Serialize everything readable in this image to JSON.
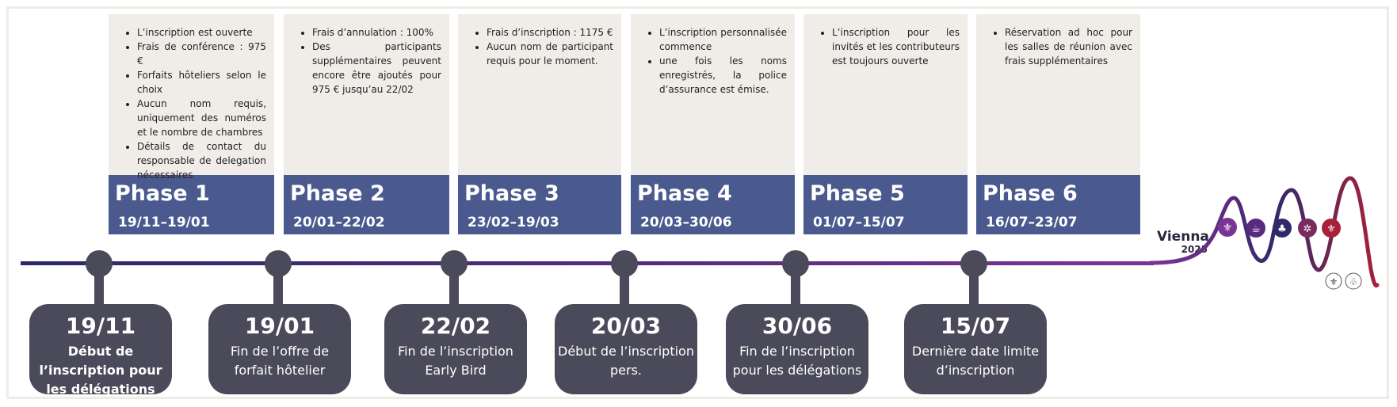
{
  "phases": [
    {
      "name": "Phase 1",
      "dates": "19/11–19/01",
      "items": [
        "L’inscription est ouverte",
        "Frais de conférence : 975 €",
        "Forfaits hôteliers selon le choix",
        "Aucun nom requis, uniquement des numéros et le nombre de chambres",
        "Détails de contact du responsable de delegation nécessaires"
      ]
    },
    {
      "name": "Phase 2",
      "dates": "20/01–22/02",
      "items": [
        "Frais d’annulation : 100%",
        "Des participants supplémentaires peuvent encore être ajoutés pour 975 € jusqu’au 22/02"
      ]
    },
    {
      "name": "Phase 3",
      "dates": "23/02–19/03",
      "items": [
        "Frais d’inscription : 1175 €",
        "Aucun nom de participant requis pour le moment."
      ]
    },
    {
      "name": "Phase 4",
      "dates": "20/03–30/06",
      "items": [
        "L’inscription personnalisée commence",
        "une fois les noms enregistrés, la police d’assurance est émise."
      ]
    },
    {
      "name": "Phase 5",
      "dates": "01/07–15/07",
      "items": [
        "L’inscription pour les invités et les contributeurs est toujours ouverte"
      ]
    },
    {
      "name": "Phase 6",
      "dates": "16/07–23/07",
      "items": [
        "Réservation ad hoc pour les salles de réunion avec frais supplémentaires"
      ]
    }
  ],
  "milestones": [
    {
      "date": "19/11",
      "label": "Début de l’inscription pour les délégations"
    },
    {
      "date": "19/01",
      "label": "Fin de l’offre de forfait hôtelier"
    },
    {
      "date": "22/02",
      "label": "Fin de l’inscription Early Bird"
    },
    {
      "date": "20/03",
      "label": "Début de l’inscription pers."
    },
    {
      "date": "30/06",
      "label": "Fin de l’inscription pour les délégations"
    },
    {
      "date": "15/07",
      "label": "Dernière date limite d’inscription"
    }
  ],
  "logo": {
    "name": "Vienna",
    "year": "2025"
  },
  "colors": {
    "phase_header": "#4a5a8e",
    "phase_bg": "#f0ede8",
    "milestone": "#4b4a5a",
    "line_start": "#2a2968",
    "line_end": "#7a3594",
    "wave_end": "#a8203a"
  },
  "icons": [
    "fleur-de-lis-icon",
    "cup-icon",
    "tree-icon",
    "wheel-icon",
    "scout-emblem-icon",
    "fleur-de-lis-emblem-icon",
    "trefoil-emblem-icon"
  ]
}
